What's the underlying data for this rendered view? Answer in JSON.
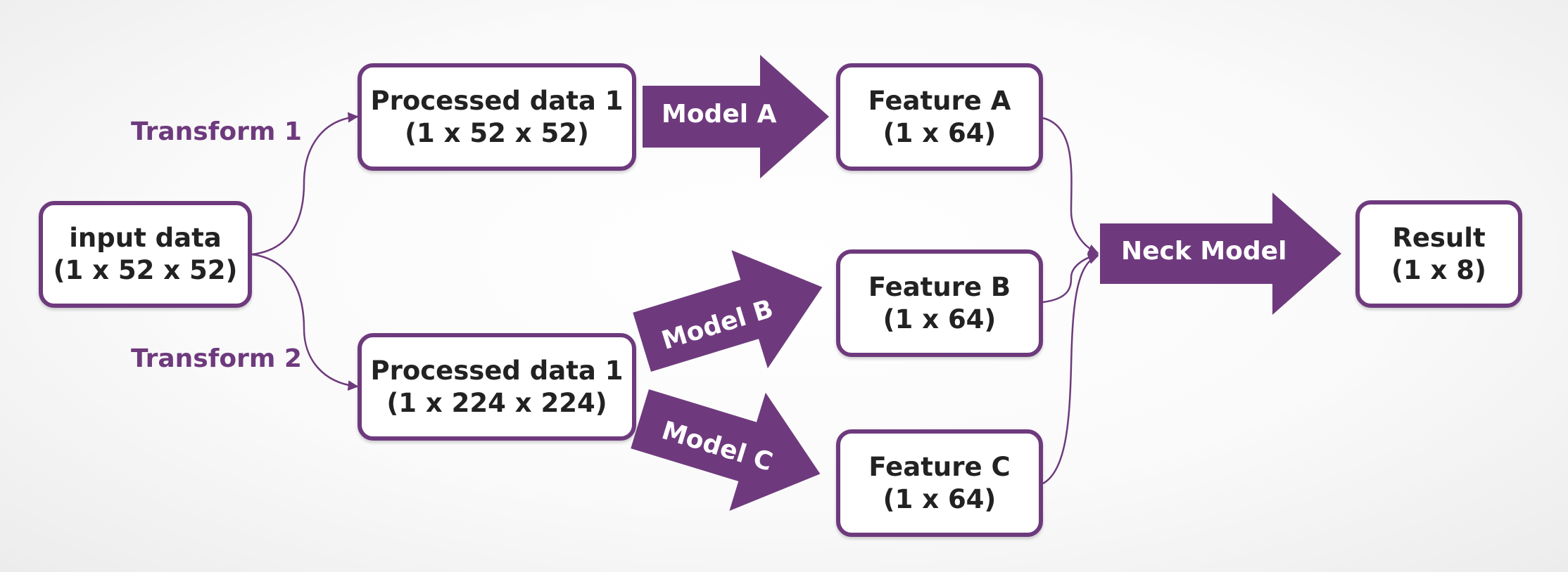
{
  "colors": {
    "accent": "#6e3a7d",
    "box_fill": "#ffffff",
    "text": "#222222",
    "arrow_text": "#ffffff"
  },
  "nodes": {
    "input": {
      "line1": "input data",
      "line2": "(1 x 52 x 52)"
    },
    "processed_1": {
      "line1": "Processed data 1",
      "line2": "(1 x 52 x 52)"
    },
    "processed_2": {
      "line1": "Processed data 1",
      "line2": "(1 x 224 x 224)"
    },
    "feature_a": {
      "line1": "Feature A",
      "line2": "(1 x 64)"
    },
    "feature_b": {
      "line1": "Feature B",
      "line2": "(1 x 64)"
    },
    "feature_c": {
      "line1": "Feature C",
      "line2": "(1 x 64)"
    },
    "result": {
      "line1": "Result",
      "line2": "(1 x 8)"
    }
  },
  "edge_labels": {
    "transform_1": "Transform 1",
    "transform_2": "Transform 2"
  },
  "block_arrows": {
    "model_a": "Model A",
    "model_b": "Model B",
    "model_c": "Model C",
    "neck": "Neck Model"
  }
}
